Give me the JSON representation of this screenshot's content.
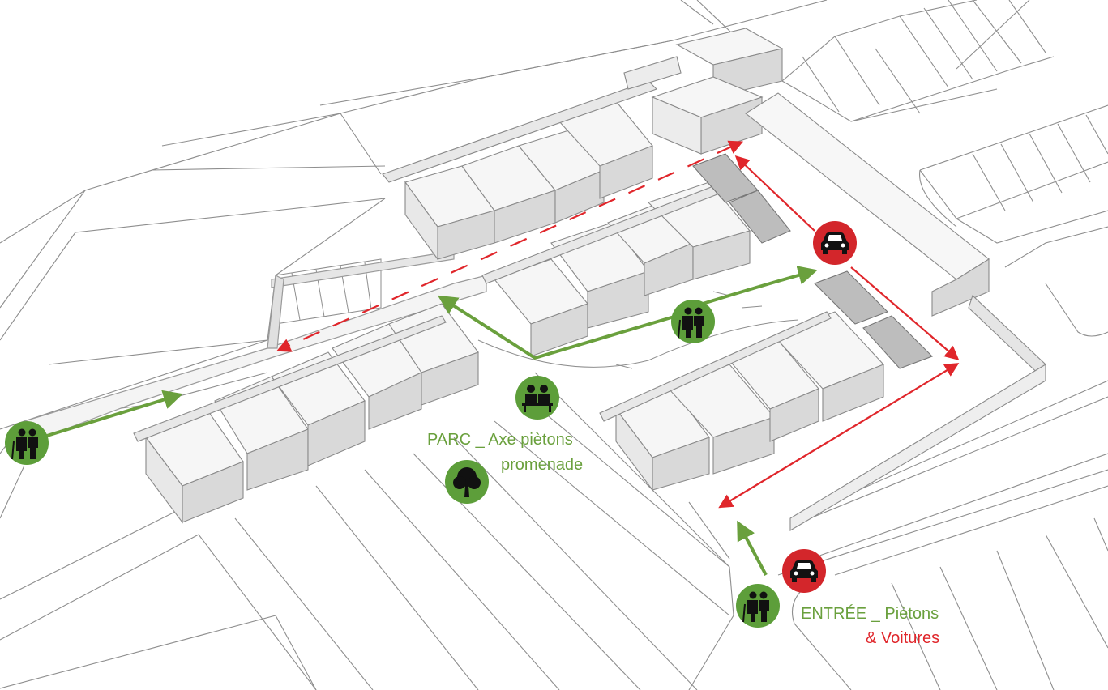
{
  "colors": {
    "pedestrian": "#6aa03d",
    "vehicle": "#e0262b",
    "icon_green": "#5d9e3a",
    "icon_red": "#d3262b",
    "line": "#8a8a8a",
    "building_top": "#f6f6f6",
    "building_side": "#d9d9d9"
  },
  "labels": {
    "parc_line1": "PARC _ Axe piètons",
    "parc_line2": "promenade",
    "entree_line1": "ENTRÉE _ Piètons",
    "entree_line2": "& Voitures"
  },
  "icons": [
    {
      "name": "elderly-couple-icon",
      "kind": "elderly",
      "color": "green"
    },
    {
      "name": "elderly-couple-icon",
      "kind": "elderly",
      "color": "green"
    },
    {
      "name": "elderly-couple-icon",
      "kind": "elderly",
      "color": "green"
    },
    {
      "name": "bench-people-icon",
      "kind": "bench",
      "color": "green"
    },
    {
      "name": "tree-icon",
      "kind": "tree",
      "color": "green"
    },
    {
      "name": "car-icon",
      "kind": "car",
      "color": "red"
    },
    {
      "name": "car-icon",
      "kind": "car",
      "color": "red"
    }
  ]
}
